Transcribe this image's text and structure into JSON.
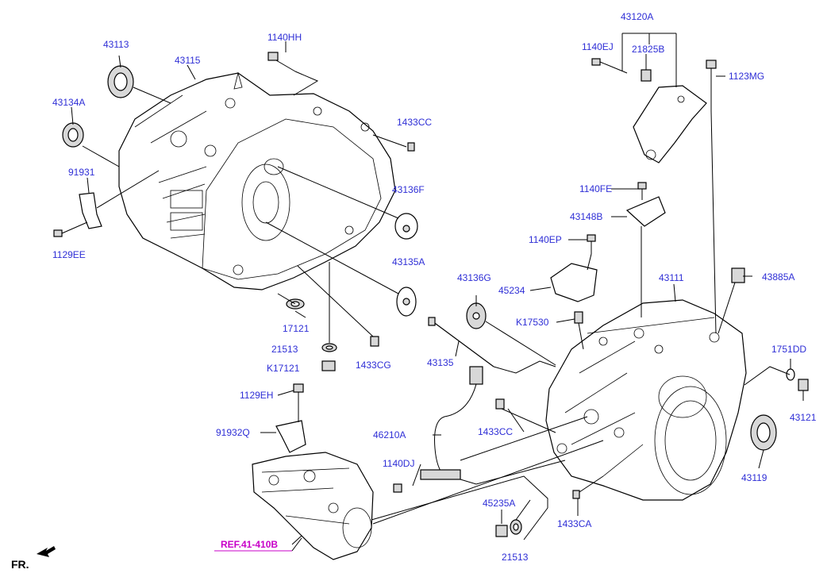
{
  "labels": {
    "l43113": "43113",
    "l43115": "43115",
    "l1140HH": "1140HH",
    "l43134A": "43134A",
    "l1433CC_top": "1433CC",
    "l91931": "91931",
    "l43136F": "43136F",
    "l1129EE": "1129EE",
    "l43135A": "43135A",
    "l17121": "17121",
    "l21513_mid": "21513",
    "l1433CG": "1433CG",
    "lK17121": "K17121",
    "l1129EH": "1129EH",
    "l91932Q": "91932Q",
    "l43120A": "43120A",
    "l1140EJ": "1140EJ",
    "l21825B": "21825B",
    "l1123MG": "1123MG",
    "l1140FE": "1140FE",
    "l43148B": "43148B",
    "l1140EP": "1140EP",
    "l43136G": "43136G",
    "l45234": "45234",
    "l43111": "43111",
    "l43885A": "43885A",
    "lK17530": "K17530",
    "l43135": "43135",
    "l1751DD": "1751DD",
    "l43121": "43121",
    "l46210A": "46210A",
    "l1433CC_mid": "1433CC",
    "l43119": "43119",
    "l1140DJ": "1140DJ",
    "l45235A": "45235A",
    "l1433CA": "1433CA",
    "l21513_bot": "21513",
    "ref": "REF.41-410B",
    "fr": "FR."
  }
}
